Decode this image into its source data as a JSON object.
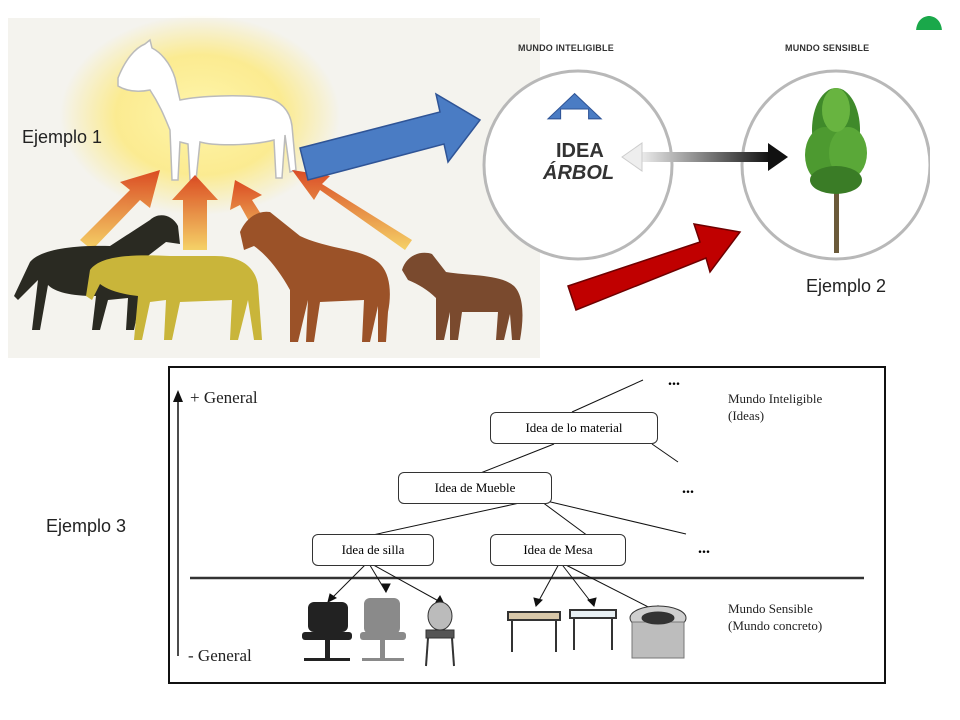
{
  "labels": {
    "example1": "Ejemplo 1",
    "example2": "Ejemplo 2",
    "example3": "Ejemplo 3"
  },
  "example2": {
    "left_title": "MUNDO INTELIGIBLE",
    "right_title": "MUNDO SENSIBLE",
    "idea_line1": "IDEA",
    "idea_line2": "ÁRBOL"
  },
  "example3": {
    "top_axis": "+ General",
    "bottom_axis": "- General",
    "ellipsis": "...",
    "world_intelligible_line1": "Mundo Inteligible",
    "world_intelligible_line2": "(Ideas)",
    "world_sensible_line1": "Mundo Sensible",
    "world_sensible_line2": "(Mundo concreto)",
    "node_material": "Idea de lo material",
    "node_mueble": "Idea de Mueble",
    "node_silla": "Idea de silla",
    "node_mesa": "Idea de Mesa"
  },
  "colors": {
    "blue_arrow": "#4a7cc4",
    "red_arrow": "#c00000",
    "green_corner": "#1aa84a"
  }
}
